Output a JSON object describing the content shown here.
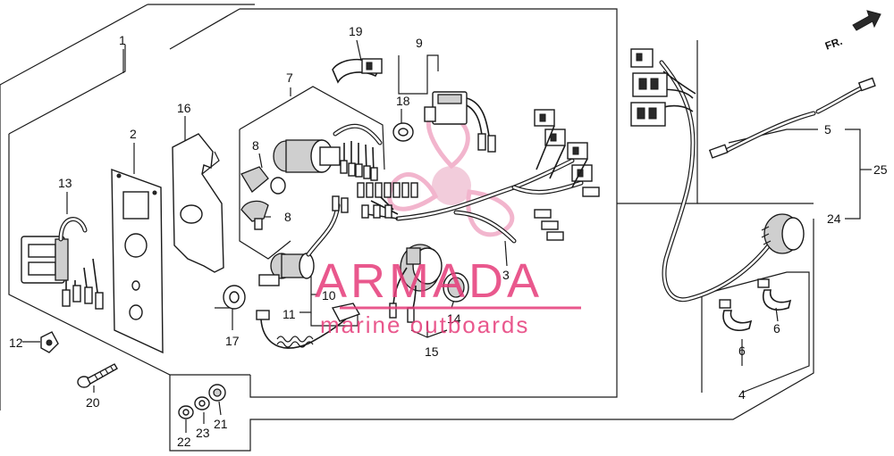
{
  "diagram": {
    "part_numbers": {
      "p1": "1",
      "p2": "2",
      "p3": "3",
      "p4": "4",
      "p5": "5",
      "p6a": "6",
      "p6b": "6",
      "p7": "7",
      "p8a": "8",
      "p8b": "8",
      "p9": "9",
      "p10": "10",
      "p11": "11",
      "p12": "12",
      "p13": "13",
      "p14": "14",
      "p15": "15",
      "p16": "16",
      "p17": "17",
      "p18": "18",
      "p19": "19",
      "p20": "20",
      "p21": "21",
      "p22": "22",
      "p23": "23",
      "p24": "24",
      "p25": "25"
    },
    "direction_label": "FR.",
    "watermark": {
      "brand": "ARMADA",
      "tagline": "marine outboards",
      "color": "#e63c7a"
    }
  }
}
